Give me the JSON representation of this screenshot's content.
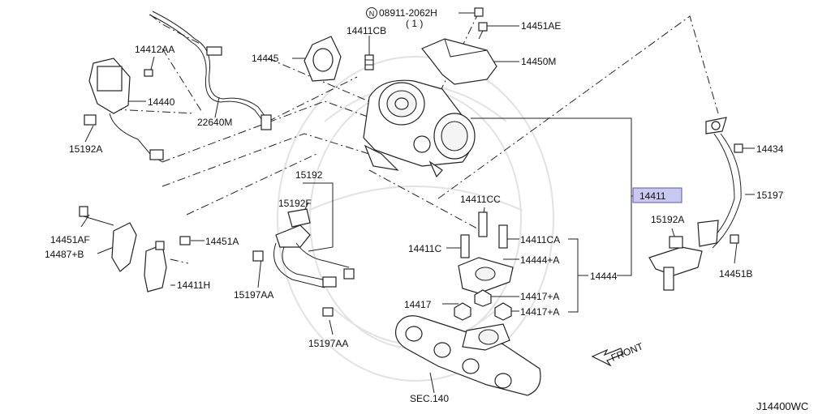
{
  "diagram": {
    "highlight_color": "#c8c8f0",
    "line_color": "#222222",
    "labels": {
      "p08911": "08911-2062H",
      "p08911_qty": "( 1 )",
      "circle_n": "N",
      "p14451AE": "14451AE",
      "p14411CB": "14411CB",
      "p14445": "14445",
      "p14450M": "14450M",
      "p14412AA": "14412AA",
      "p14440": "14440",
      "p22640M": "22640M",
      "p15192A_left": "15192A",
      "p14434": "14434",
      "p14411": "14411",
      "p15197": "15197",
      "p15192A_right": "15192A",
      "p14451B": "14451B",
      "p15192": "15192",
      "p15192F": "15192F",
      "p14411CC": "14411CC",
      "p14411CA": "14411CA",
      "p14411C": "14411C",
      "p14444A": "14444+A",
      "p14444": "14444",
      "p14417A_1": "14417+A",
      "p14417": "14417",
      "p14417A_2": "14417+A",
      "p14451AF": "14451AF",
      "p14487B": "14487+B",
      "p14451A": "14451A",
      "p14411H": "14411H",
      "p15197AA_1": "15197AA",
      "p15197AA_2": "15197AA",
      "sec140": "SEC.140",
      "front": "FRONT",
      "figure_code": "J14400WC"
    }
  }
}
